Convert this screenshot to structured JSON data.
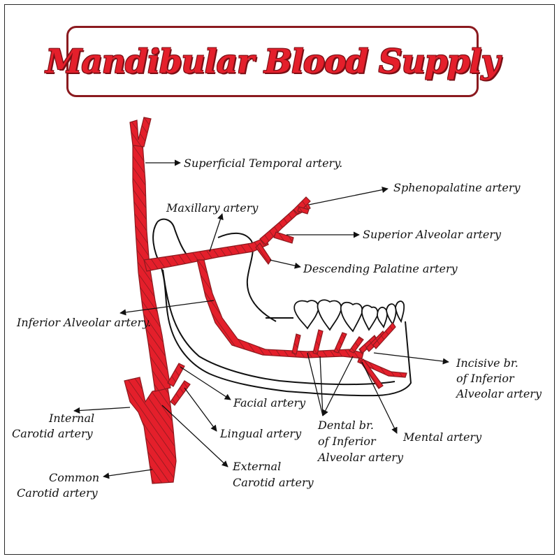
{
  "title": "Mandibular Blood Supply",
  "colors": {
    "artery": "#e41f2b",
    "artery_stripe": "#8b1a1f",
    "title_border": "#8b1a1f",
    "outline": "#111111"
  },
  "labels": {
    "superficial_temporal": "Superficial Temporal artery.",
    "sphenopalatine": "Sphenopalatine artery",
    "maxillary": "Maxillary artery",
    "superior_alveolar": "Superior Alveolar artery",
    "descending_palatine": "Descending Palatine artery",
    "inferior_alveolar": "Inferior Alveolar artery.",
    "incisive_line1": "Incisive br.",
    "incisive_line2": "of Inferior",
    "incisive_line3": "Alveolar artery",
    "facial": "Facial artery",
    "internal_carotid_line1": "Internal",
    "internal_carotid_line2": "Carotid artery",
    "dental_line1": "Dental br.",
    "dental_line2": "of Inferior",
    "dental_line3": "Alveolar artery",
    "lingual": "Lingual artery",
    "mental": "Mental artery",
    "external_carotid_line1": "External",
    "external_carotid_line2": "Carotid artery",
    "common_carotid_line1": "Common",
    "common_carotid_line2": "Carotid artery"
  }
}
